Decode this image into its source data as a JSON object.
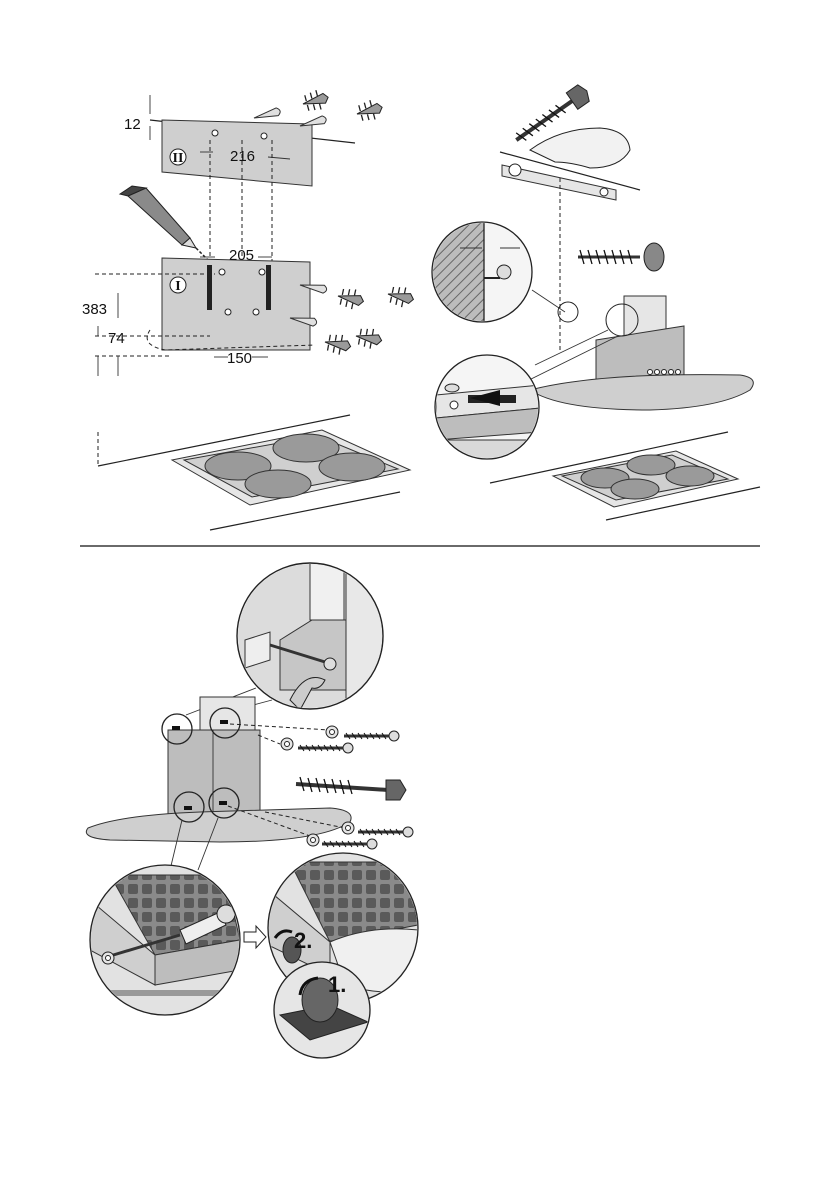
{
  "figure_top_left": {
    "dimensions": {
      "top_offset": "12",
      "upper_hole_spacing": "216",
      "lower_hole_spacing": "205",
      "lower_plate_height": "383",
      "bottom_offset": "74",
      "bottom_hole_spacing": "150"
    },
    "bracket_labels": {
      "upper": "II",
      "lower": "I"
    }
  },
  "figure_bottom": {
    "step_labels": {
      "first": "1.",
      "second": "2."
    }
  }
}
